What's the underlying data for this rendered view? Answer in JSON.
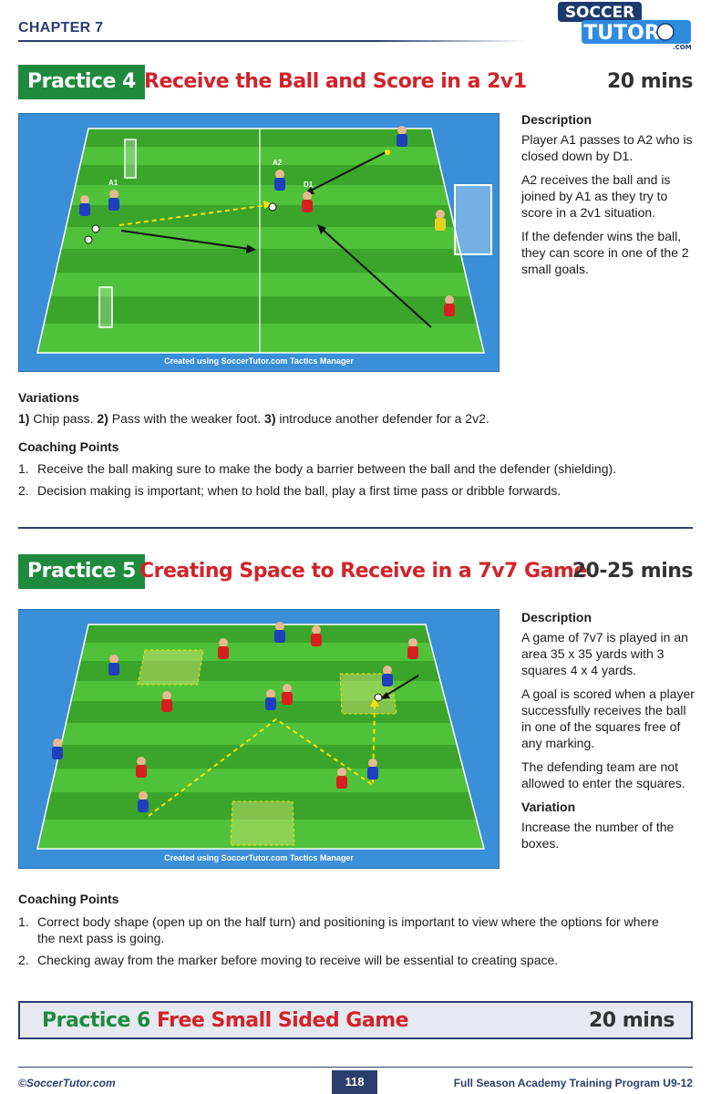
{
  "header": {
    "chapter": "CHAPTER 7",
    "logo_top": "SOCCER",
    "logo_bottom": "TUTOR",
    "logo_com": ".COM"
  },
  "practice4": {
    "badge": "Practice 4",
    "title": "Receive the Ball and Score in a 2v1",
    "duration": "20 mins",
    "diagram_credit": "Created using SoccerTutor.com Tactics Manager",
    "player_labels": [
      "A1",
      "A2",
      "D1"
    ],
    "description_heading": "Description",
    "description": [
      "Player A1 passes to A2 who is closed down by D1.",
      "A2 receives the ball and is joined by A1 as they try to score in a 2v1 situation.",
      "If the defender wins the ball, they can score in one of the 2 small goals."
    ],
    "variations_heading": "Variations",
    "variations": [
      {
        "num": "1)",
        "text": " Chip pass. "
      },
      {
        "num": "2)",
        "text": " Pass with the weaker foot. "
      },
      {
        "num": "3)",
        "text": " introduce another defender for a 2v2."
      }
    ],
    "coaching_heading": "Coaching Points",
    "coaching_points": [
      {
        "num": "1.",
        "text": "Receive the ball making sure to make the body a barrier between the ball and the defender (shielding)."
      },
      {
        "num": "2.",
        "text": "Decision making is important; when to hold the ball, play a first time pass or dribble forwards."
      }
    ]
  },
  "practice5": {
    "badge": "Practice 5",
    "title": "Creating Space to Receive in a 7v7 Game",
    "duration": "20-25 mins",
    "diagram_credit": "Created using SoccerTutor.com Tactics Manager",
    "description_heading": "Description",
    "description": [
      "A game of 7v7 is played in an area 35 x 35 yards with 3 squares 4 x 4 yards.",
      "A goal is scored when a player successfully receives the ball in one of the squares free of any marking.",
      "The defending team are not allowed to enter the squares."
    ],
    "variation_heading": "Variation",
    "variation": "Increase the number of the boxes.",
    "coaching_heading": "Coaching Points",
    "coaching_points": [
      {
        "num": "1.",
        "text": "Correct body shape (open up on the half turn) and positioning is important to view where the options for where the next pass is going."
      },
      {
        "num": "2.",
        "text": "Checking away from the marker before moving to receive will be essential to creating space."
      }
    ]
  },
  "practice6": {
    "badge": "Practice 6",
    "title": "Free Small Sided Game",
    "duration": "20 mins"
  },
  "footer": {
    "left": "©SoccerTutor.com",
    "page": "118",
    "right": "Full Season Academy Training Program U9-12"
  },
  "colors": {
    "navy": "#2b3f6e",
    "green_badge": "#1f8a3e",
    "red_title": "#d2232a",
    "pitch_light": "#4fc13a",
    "pitch_dark": "#3aa52a",
    "diagram_bg": "#3a8fd8",
    "blue_player": "#1f3fbf",
    "red_player": "#d81e1e",
    "keeper": "#e6d21c"
  }
}
